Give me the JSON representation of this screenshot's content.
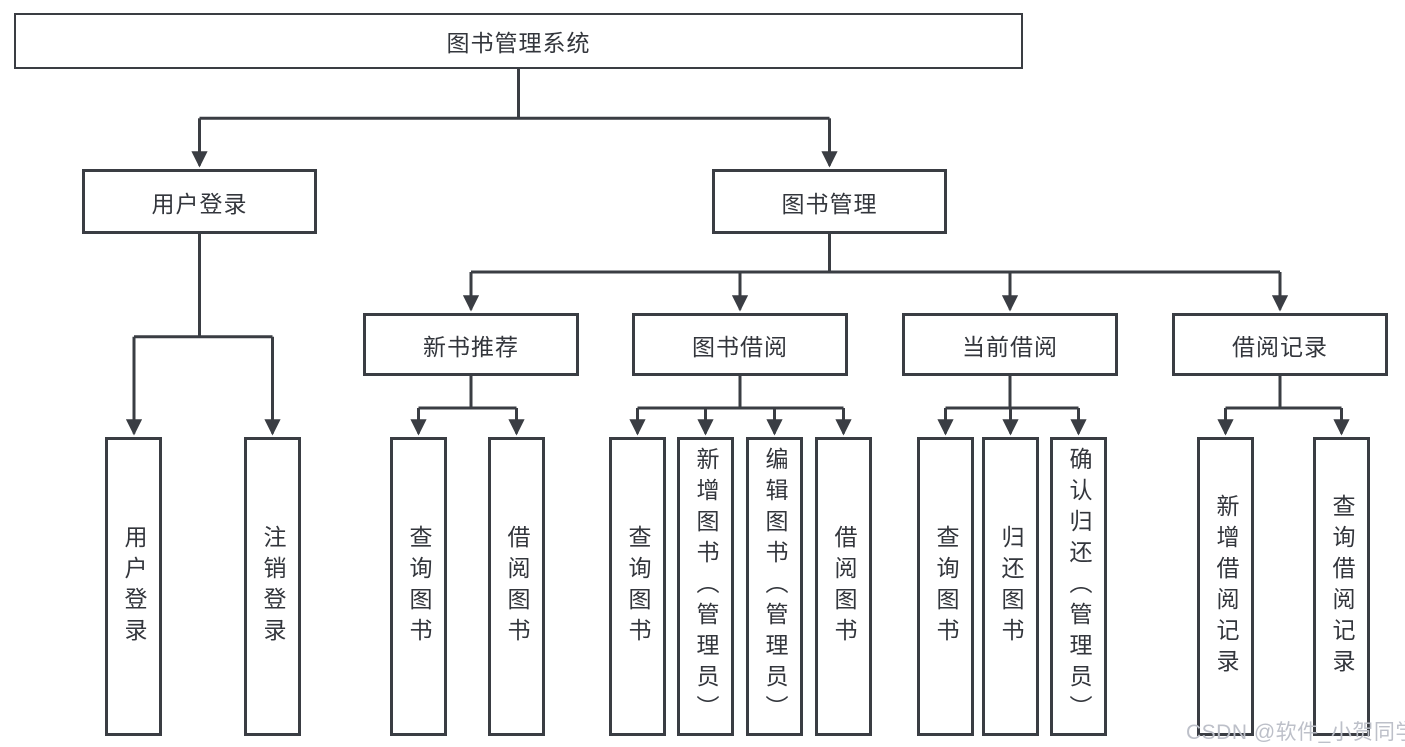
{
  "tree": {
    "root": {
      "label": "图书管理系统"
    },
    "level2": [
      {
        "label": "用户登录"
      },
      {
        "label": "图书管理"
      }
    ],
    "level3": [
      {
        "label": "新书推荐"
      },
      {
        "label": "图书借阅"
      },
      {
        "label": "当前借阅"
      },
      {
        "label": "借阅记录"
      }
    ],
    "leaves": [
      {
        "label": "用户登录"
      },
      {
        "label": "注销登录"
      },
      {
        "label": "查询图书"
      },
      {
        "label": "借阅图书"
      },
      {
        "label": "查询图书"
      },
      {
        "label": "新增图书（管理员）"
      },
      {
        "label": "编辑图书（管理员）"
      },
      {
        "label": "借阅图书"
      },
      {
        "label": "查询图书"
      },
      {
        "label": "归还图书"
      },
      {
        "label": "确认归还（管理员）"
      },
      {
        "label": "新增借阅记录"
      },
      {
        "label": "查询借阅记录"
      }
    ]
  },
  "watermark": {
    "text": "CSDN @软件_小贺同学"
  },
  "colors": {
    "line": "#3a3d43",
    "text": "#33363c",
    "watermark": "#bdc0c9",
    "background": "#ffffff"
  }
}
